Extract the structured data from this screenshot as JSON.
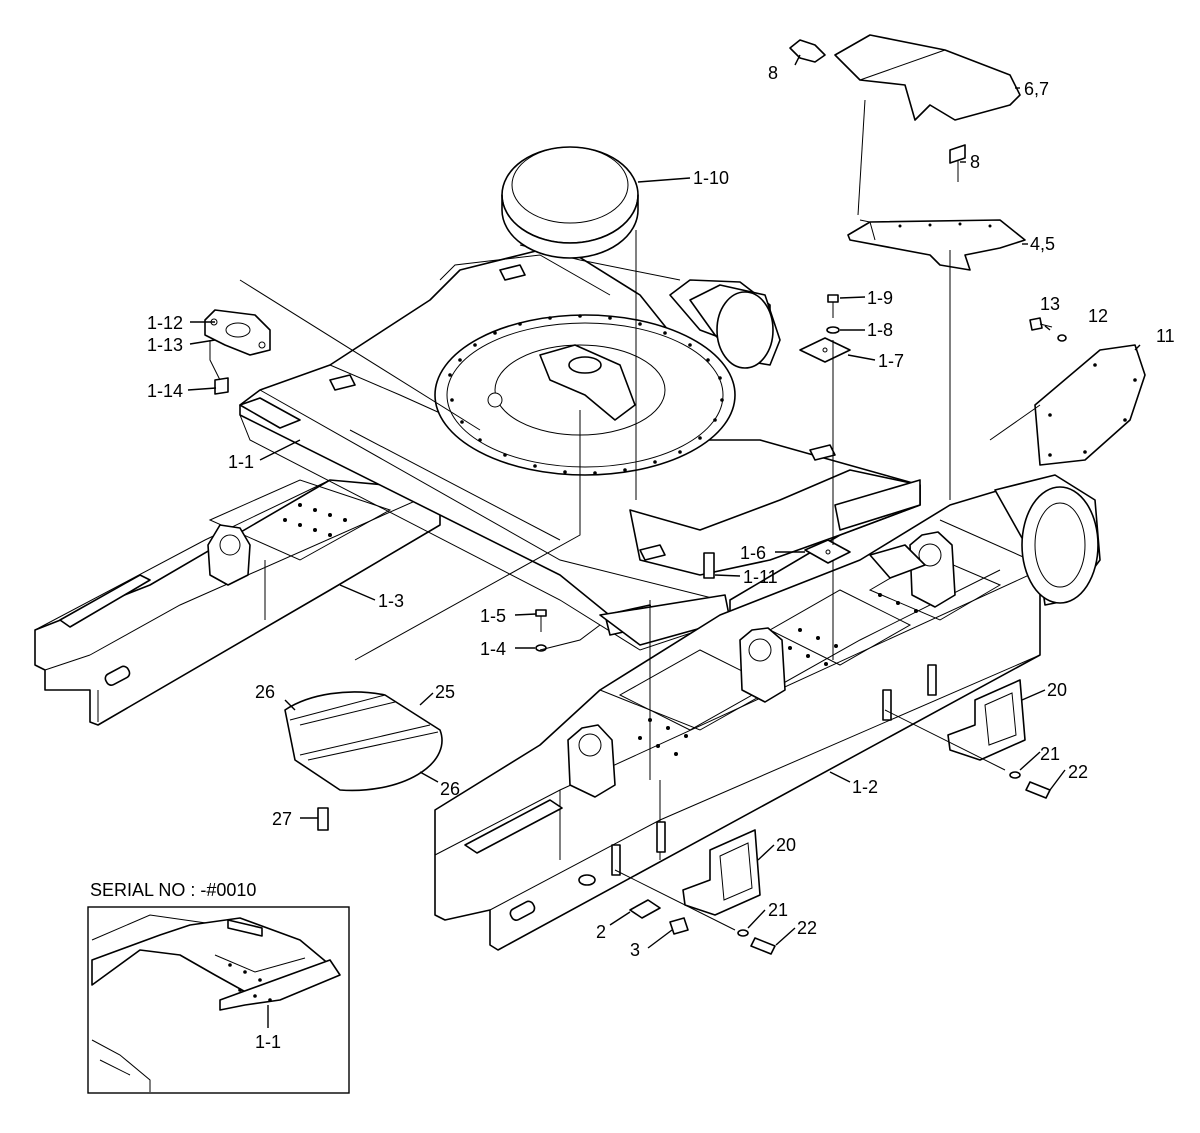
{
  "diagram": {
    "serial_label": "SERIAL NO : -#0010",
    "labels": [
      "8",
      "6,7",
      "1-10",
      "8",
      "4,5",
      "1-9",
      "1-8",
      "1-7",
      "13",
      "12",
      "11",
      "1-12",
      "1-13",
      "1-14",
      "1-1",
      "1-3",
      "1-6",
      "1-11",
      "1-5",
      "1-4",
      "20",
      "21",
      "22",
      "1-2",
      "26",
      "25",
      "26",
      "27",
      "20",
      "21",
      "22",
      "2",
      "3",
      "1-1"
    ]
  }
}
